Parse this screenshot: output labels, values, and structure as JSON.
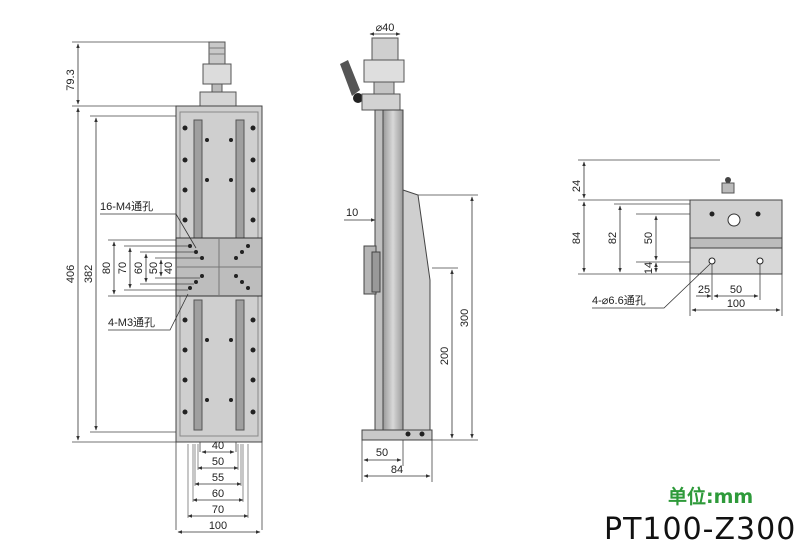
{
  "front_view": {
    "dims": {
      "top_height": "79.3",
      "total_height": "406",
      "inner_height": "382",
      "v80": "80",
      "v70": "70",
      "v60": "60",
      "v50": "50",
      "v40": "40",
      "b40": "40",
      "b50": "50",
      "b55": "55",
      "b60": "60",
      "b70": "70",
      "b100": "100"
    },
    "notes": {
      "m4_holes": "16-M4通孔",
      "m3_holes": "4-M3通孔"
    }
  },
  "side_view": {
    "dims": {
      "diameter": "⌀40",
      "d10": "10",
      "d300": "300",
      "d200": "200",
      "d50": "50",
      "d84": "84"
    }
  },
  "end_view": {
    "dims": {
      "d24": "24",
      "d84": "84",
      "d82": "82",
      "d50": "50",
      "d14": "14",
      "d25": "25",
      "d50b": "50",
      "d100": "100"
    },
    "notes": {
      "holes": "4-⌀6.6通孔"
    }
  },
  "unit_label": "单位:mm",
  "model": "PT100-Z300"
}
